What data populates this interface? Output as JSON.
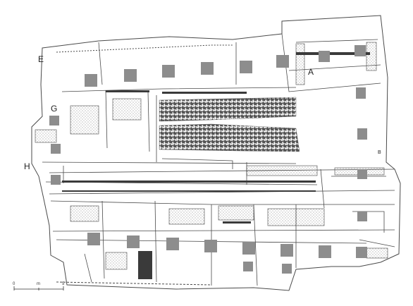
{
  "plan": {
    "colors": {
      "line": "#4a4a4a",
      "fill_marker": "#8d8d8d",
      "hatch": "#555555",
      "background": "#ffffff"
    },
    "area_labels": {
      "A": "A",
      "B": "B",
      "E": "E",
      "G": "G",
      "H": "H"
    },
    "scale_bar": {
      "left": "0",
      "middle": "m",
      "right": "5"
    }
  }
}
